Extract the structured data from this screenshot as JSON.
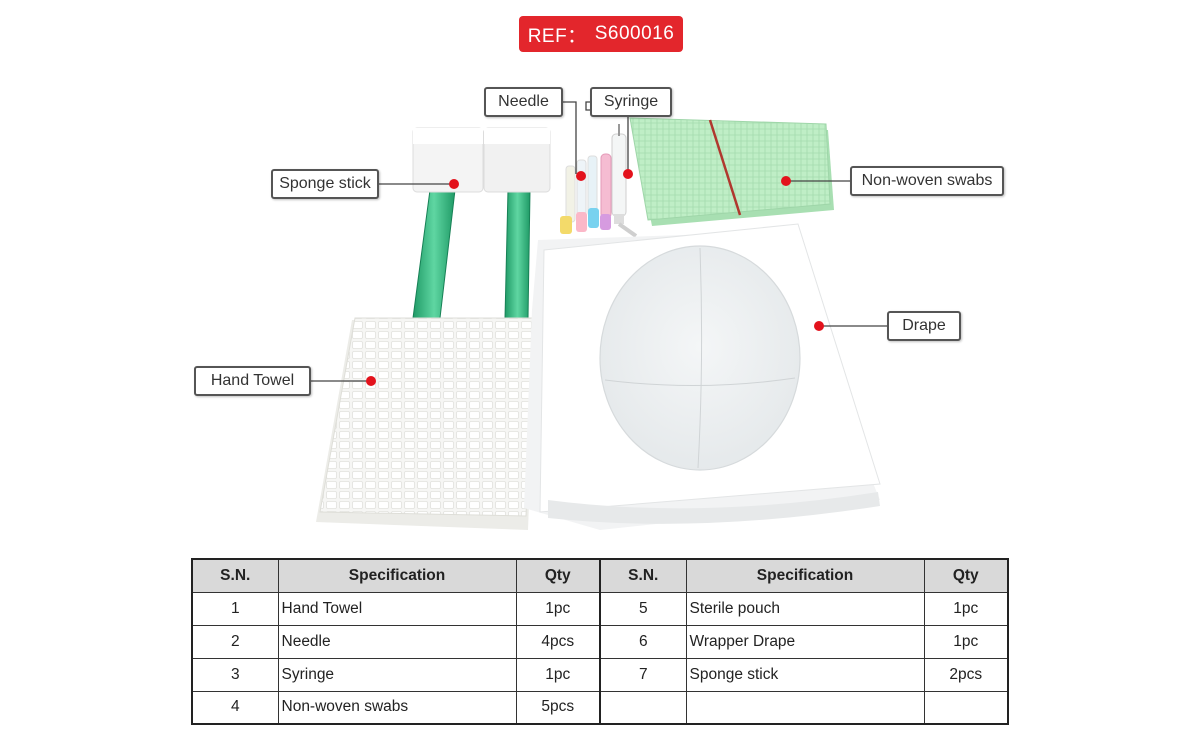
{
  "ref": {
    "label": "REF：",
    "code": "S600016"
  },
  "callouts": {
    "needle": "Needle",
    "syringe": "Syringe",
    "sponge_stick": "Sponge stick",
    "non_woven_swabs": "Non-woven swabs",
    "drape": "Drape",
    "hand_towel": "Hand Towel"
  },
  "colors": {
    "ref_badge": "#e3262c",
    "marker_dot": "#e3121c",
    "table_header": "#d9d9d9",
    "sponge_handle": "#2fb07a",
    "swab": "#b9ecc0"
  },
  "table": {
    "headers": [
      "S.N.",
      "Specification",
      "Qty",
      "S.N.",
      "Specification",
      "Qty"
    ],
    "rows": [
      {
        "sn1": "1",
        "spec1": "Hand Towel",
        "qty1": "1pc",
        "sn2": "5",
        "spec2": "Sterile pouch",
        "qty2": "1pc"
      },
      {
        "sn1": "2",
        "spec1": "Needle",
        "qty1": "4pcs",
        "sn2": "6",
        "spec2": "Wrapper Drape",
        "qty2": "1pc"
      },
      {
        "sn1": "3",
        "spec1": "Syringe",
        "qty1": "1pc",
        "sn2": "7",
        "spec2": "Sponge stick",
        "qty2": "2pcs"
      },
      {
        "sn1": "4",
        "spec1": "Non-woven swabs",
        "qty1": "5pcs",
        "sn2": "",
        "spec2": "",
        "qty2": ""
      }
    ]
  }
}
